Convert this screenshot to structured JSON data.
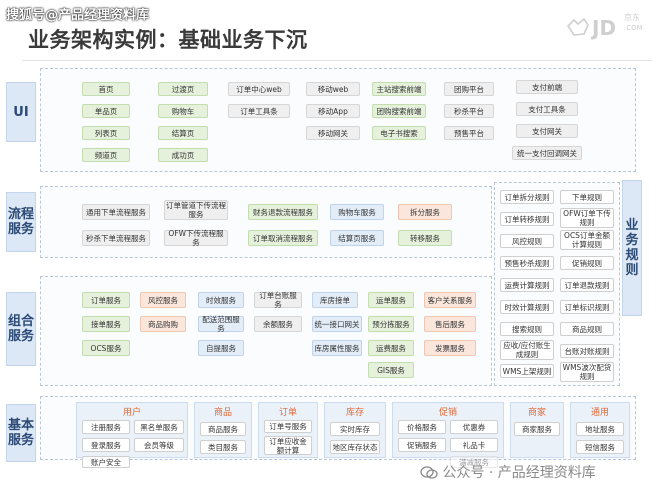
{
  "watermark_top": "搜狐号@产品经理资料库",
  "title": "业务架构实例：基础业务下沉",
  "logo": {
    "jd": "JD",
    "cn": "京东",
    "com": ".COM"
  },
  "rows": {
    "ui": "UI",
    "process": "流程服务",
    "combo": "组合服务",
    "basic": "基本服务",
    "rules": "业务规则"
  },
  "ui_boxes": [
    "首页",
    "单品页",
    "列表页",
    "频道页",
    "过渡页",
    "购物车",
    "结算页",
    "成功页",
    "订单中心web",
    "订单工具条",
    "移动web",
    "移动App",
    "移动网关",
    "主站搜索前端",
    "团购搜索前端",
    "电子书搜索",
    "团购平台",
    "秒杀平台",
    "预售平台",
    "支付前端",
    "支付工具条",
    "支付网关",
    "统一支付回调网关"
  ],
  "process_boxes": [
    "通用下单流程服务",
    "订单管道下传流程服务",
    "财务退款流程服务",
    "购物车服务",
    "拆分服务",
    "秒杀下单流程服务",
    "OFW下传流程服务",
    "订单取消流程服务",
    "结算页服务",
    "转移服务"
  ],
  "combo_boxes": [
    "订单服务",
    "风控服务",
    "时效服务",
    "订单台账服务",
    "库房接单",
    "运单服务",
    "客户关系服务",
    "接单服务",
    "商品购购",
    "配送范围服务",
    "余额服务",
    "统一接口网关",
    "预分拣服务",
    "售后服务",
    "OCS服务",
    "自提服务",
    "库房属性服务",
    "运费服务",
    "发票服务",
    "GIS服务"
  ],
  "rule_boxes": [
    "订单拆分规则",
    "下单规则",
    "订单转移规则",
    "OFW订单下传规则",
    "风控规则",
    "OCS订单金额计算规则",
    "预售秒杀规则",
    "促销规则",
    "运费计算规则",
    "订单退款规则",
    "时效计算规则",
    "订单标识规则",
    "搜索规则",
    "商品规则",
    "应收/应付账生成规则",
    "台账对账规则",
    "WMS上架规则",
    "WMS波次配货规则"
  ],
  "basic_panels": [
    {
      "title": "用户",
      "items": [
        "注册服务",
        "黑名单服务",
        "登录服务",
        "会员等级",
        "账户安全"
      ]
    },
    {
      "title": "商品",
      "items": [
        "商品服务",
        "类目服务"
      ]
    },
    {
      "title": "订单",
      "items": [
        "订单号服务",
        "订单应收金额计算"
      ]
    },
    {
      "title": "库存",
      "items": [
        "实时库存",
        "地区库存状态"
      ]
    },
    {
      "title": "促销",
      "items": [
        "价格服务",
        "优惠券",
        "促销服务",
        "礼品卡",
        "满减服务"
      ]
    },
    {
      "title": "商家",
      "items": [
        "商家服务"
      ]
    },
    {
      "title": "通用",
      "items": [
        "地址服务",
        "短信服务"
      ]
    }
  ],
  "footer_watermark": "公众号 · 产品经理资料库",
  "colors": {
    "green": "#e6f1dc",
    "gray": "#efefef",
    "blue": "#e3edf8",
    "pink": "#fbe6dc",
    "accent": "#e06b3a",
    "label": "#dce8f6"
  }
}
